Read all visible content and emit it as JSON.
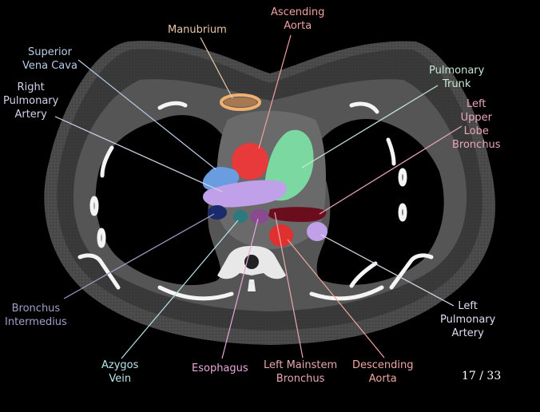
{
  "viewer": {
    "slice_current": 17,
    "slice_total": 33,
    "slice_text": "17 / 33"
  },
  "labels": {
    "manubrium": {
      "lines": [
        "Manubrium"
      ],
      "color": "#e8c9a8"
    },
    "ascending_aorta": {
      "lines": [
        "Ascending",
        "Aorta"
      ],
      "color": "#f0a0a0"
    },
    "superior_vena_cava": {
      "lines": [
        "Superior",
        "Vena Cava"
      ],
      "color": "#b8cce6"
    },
    "right_pulmonary_artery": {
      "lines": [
        "Right",
        "Pulmonary",
        "Artery"
      ],
      "color": "#d8d0ea"
    },
    "pulmonary_trunk": {
      "lines": [
        "Pulmonary",
        "Trunk"
      ],
      "color": "#c8e8d4"
    },
    "left_upper_lobe_bronchus": {
      "lines": [
        "Left",
        "Upper",
        "Lobe",
        "Bronchus"
      ],
      "color": "#e8a8b8"
    },
    "bronchus_intermedius": {
      "lines": [
        "Bronchus",
        "Intermedius"
      ],
      "color": "#9ea0c8"
    },
    "azygos_vein": {
      "lines": [
        "Azygos",
        "Vein"
      ],
      "color": "#b8e4ec"
    },
    "esophagus": {
      "lines": [
        "Esophagus"
      ],
      "color": "#e8a8d8"
    },
    "left_mainstem_bronchus": {
      "lines": [
        "Left Mainstem",
        "Bronchus"
      ],
      "color": "#e8a8b0"
    },
    "descending_aorta": {
      "lines": [
        "Descending",
        "Aorta"
      ],
      "color": "#f0a8a0"
    },
    "left_pulmonary_artery": {
      "lines": [
        "Left",
        "Pulmonary",
        "Artery"
      ],
      "color": "#e0dcf0"
    }
  },
  "structure_colors": {
    "manubrium": "#f0b070",
    "ascending_aorta": "#e83a3a",
    "pulmonary_trunk": "#7ad8a0",
    "superior_vena_cava": "#6a9ce0",
    "right_pulmonary_artery": "#c0a0e8",
    "left_pulmonary_artery": "#c0a0e8",
    "bronchus_intermedius": "#1a2a6a",
    "azygos_vein": "#2a7a80",
    "esophagus": "#8a4a90",
    "left_mainstem_bronchus": "#6a0e1e",
    "descending_aorta": "#e03030"
  }
}
